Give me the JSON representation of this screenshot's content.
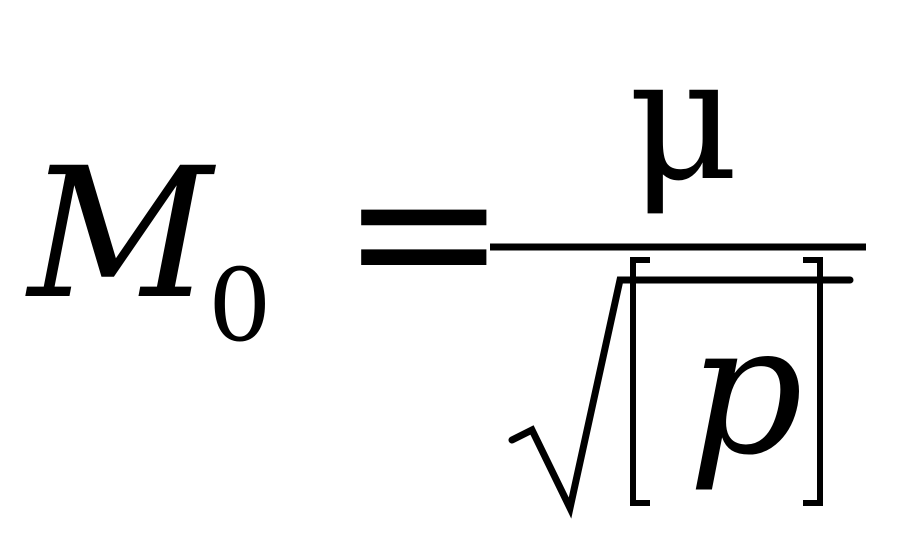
{
  "formula": {
    "lhs_symbol": "M",
    "lhs_subscript": "0",
    "equals": "=",
    "numerator": "μ",
    "denominator_variable": "p"
  }
}
